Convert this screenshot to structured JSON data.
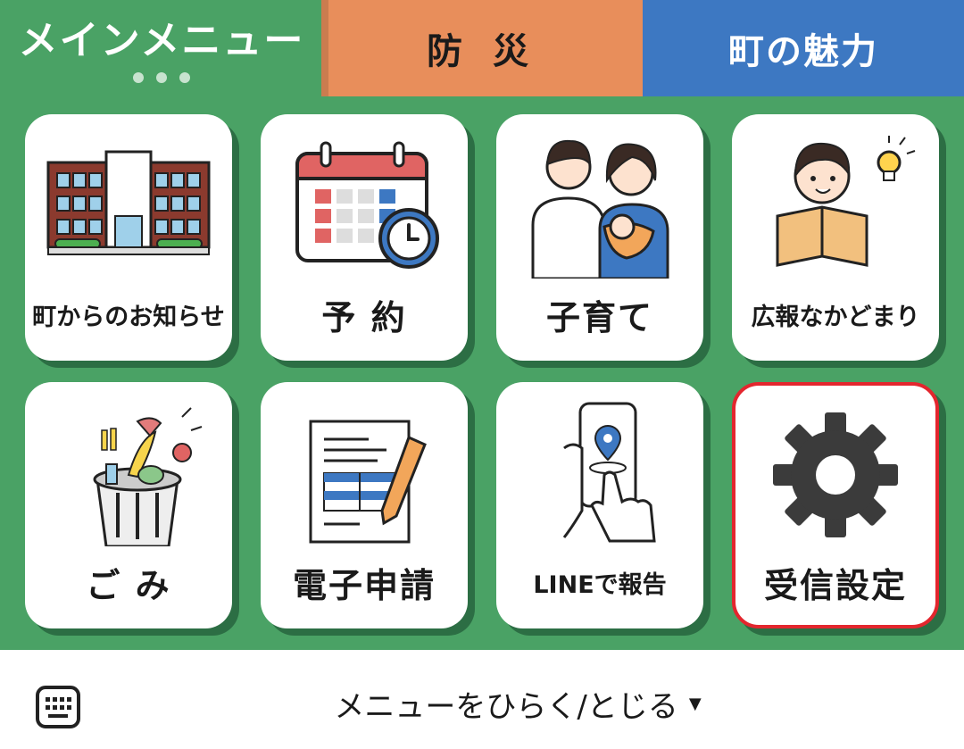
{
  "tabs": {
    "main": "メインメニュー",
    "bousai": "防 災",
    "miryoku": "町の魅力"
  },
  "tiles": [
    {
      "label": "町からのお知らせ",
      "icon": "building-icon"
    },
    {
      "label": "予 約",
      "icon": "calendar-clock-icon"
    },
    {
      "label": "子育て",
      "icon": "family-icon"
    },
    {
      "label": "広報なかどまり",
      "icon": "reading-child-icon"
    },
    {
      "label": "ご み",
      "icon": "trash-can-icon"
    },
    {
      "label": "電子申請",
      "icon": "form-pen-icon"
    },
    {
      "label": "LINEで報告",
      "icon": "phone-location-icon"
    },
    {
      "label": "受信設定",
      "icon": "gear-icon"
    }
  ],
  "bottom_bar": {
    "toggle_label": "メニューをひらく/とじる",
    "keyboard_icon": "keyboard-icon"
  },
  "colors": {
    "panel": "#4aa265",
    "bousai_tab": "#e88e5b",
    "miryoku_tab": "#3d78c2",
    "highlight_border": "#e3262e"
  }
}
